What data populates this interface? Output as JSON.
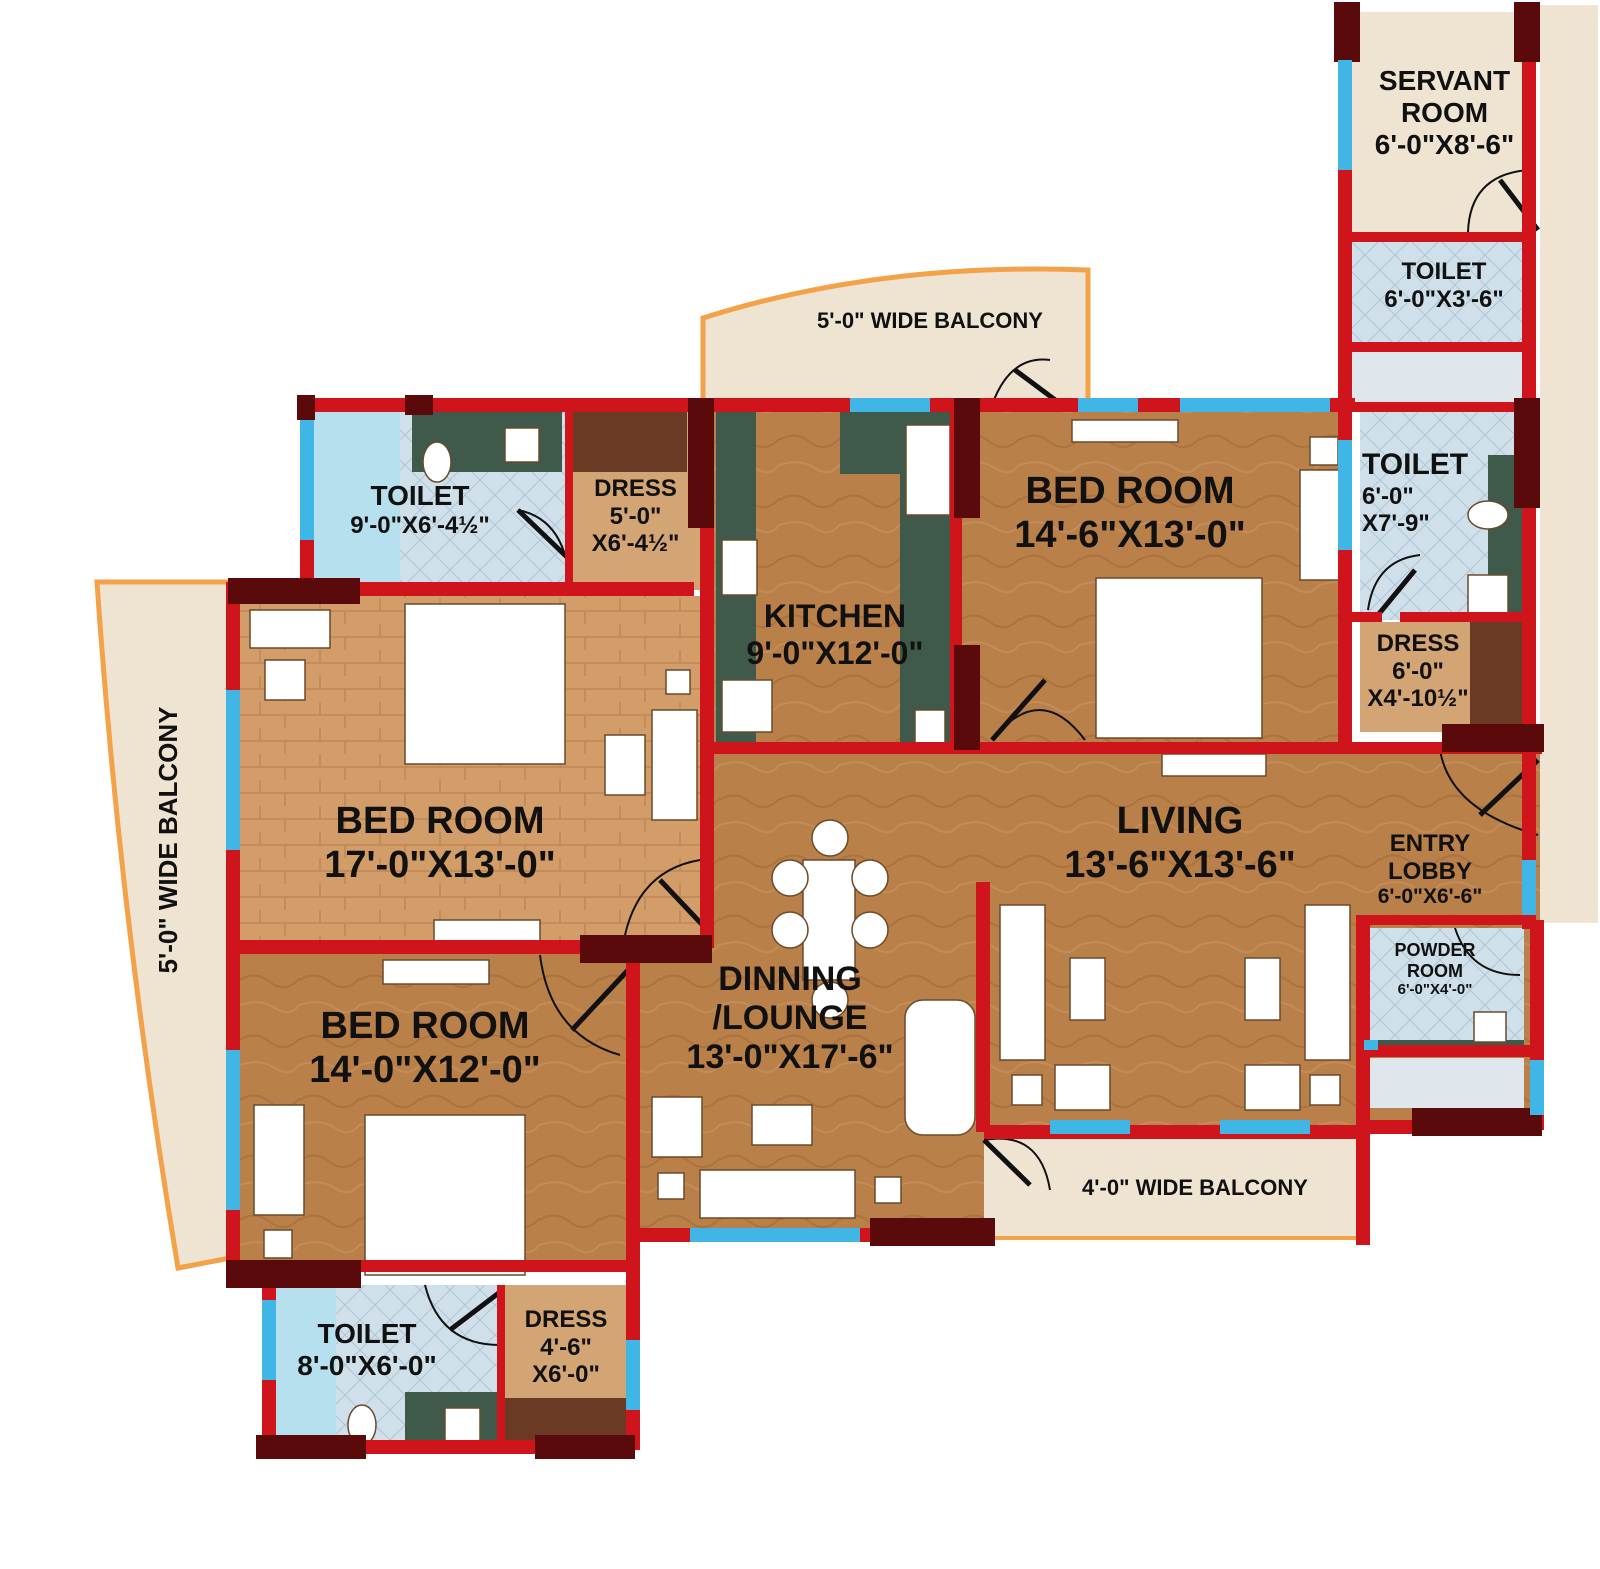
{
  "colors": {
    "wall": "#d0141c",
    "wall_dark": "#5a0a0a",
    "window": "#3fb6e6",
    "floor_marble": "#b47b45",
    "floor_wood": "#cd9762",
    "balcony": "#efe4d2",
    "balcony_edge": "#f3a24a",
    "toilet_tile": "#c9dde8",
    "granite": "#3f5a4a",
    "wardrobe": "#6a3a25"
  },
  "rooms": {
    "servant_room": {
      "name1": "SERVANT",
      "name2": "ROOM",
      "size": "6'-0\"X8'-6\""
    },
    "toilet_servant": {
      "name": "TOILET",
      "size": "6'-0\"X3'-6\""
    },
    "balcony_top": {
      "label": "5'-0\" WIDE BALCONY"
    },
    "toilet_top_left": {
      "name": "TOILET",
      "size": "9'-0\"X6'-4½\""
    },
    "dress_top_left": {
      "name": "DRESS",
      "size1": "5'-0\"",
      "size2": "X6'-4½\""
    },
    "kitchen": {
      "name": "KITCHEN",
      "size": "9'-0\"X12'-0\""
    },
    "bed_room_right": {
      "name": "BED ROOM",
      "size": "14'-6\"X13'-0\""
    },
    "toilet_right": {
      "name": "TOILET",
      "size1": "6'-0\"",
      "size2": "X7'-9\""
    },
    "dress_right": {
      "name": "DRESS",
      "size1": "6'-0\"",
      "size2": "X4'-10½\""
    },
    "balcony_left": {
      "label": "5'-0\" WIDE BALCONY"
    },
    "bed_room_middle": {
      "name": "BED ROOM",
      "size": "17'-0\"X13'-0\""
    },
    "living": {
      "name": "LIVING",
      "size": "13'-6\"X13'-6\""
    },
    "entry_lobby": {
      "name1": "ENTRY",
      "name2": "LOBBY",
      "size": "6'-0\"X6'-6\""
    },
    "powder_room": {
      "name1": "POWDER",
      "name2": "ROOM",
      "size": "6'-0\"X4'-0\""
    },
    "dinning_lounge": {
      "name1": "DINNING",
      "name2": "/LOUNGE",
      "size": "13'-0\"X17'-6\""
    },
    "bed_room_bottom": {
      "name": "BED ROOM",
      "size": "14'-0\"X12'-0\""
    },
    "balcony_bottom": {
      "label": "4'-0\" WIDE BALCONY"
    },
    "toilet_bottom": {
      "name": "TOILET",
      "size": "8'-0\"X6'-0\""
    },
    "dress_bottom": {
      "name": "DRESS",
      "size1": "4'-6\"",
      "size2": "X6'-0\""
    }
  }
}
